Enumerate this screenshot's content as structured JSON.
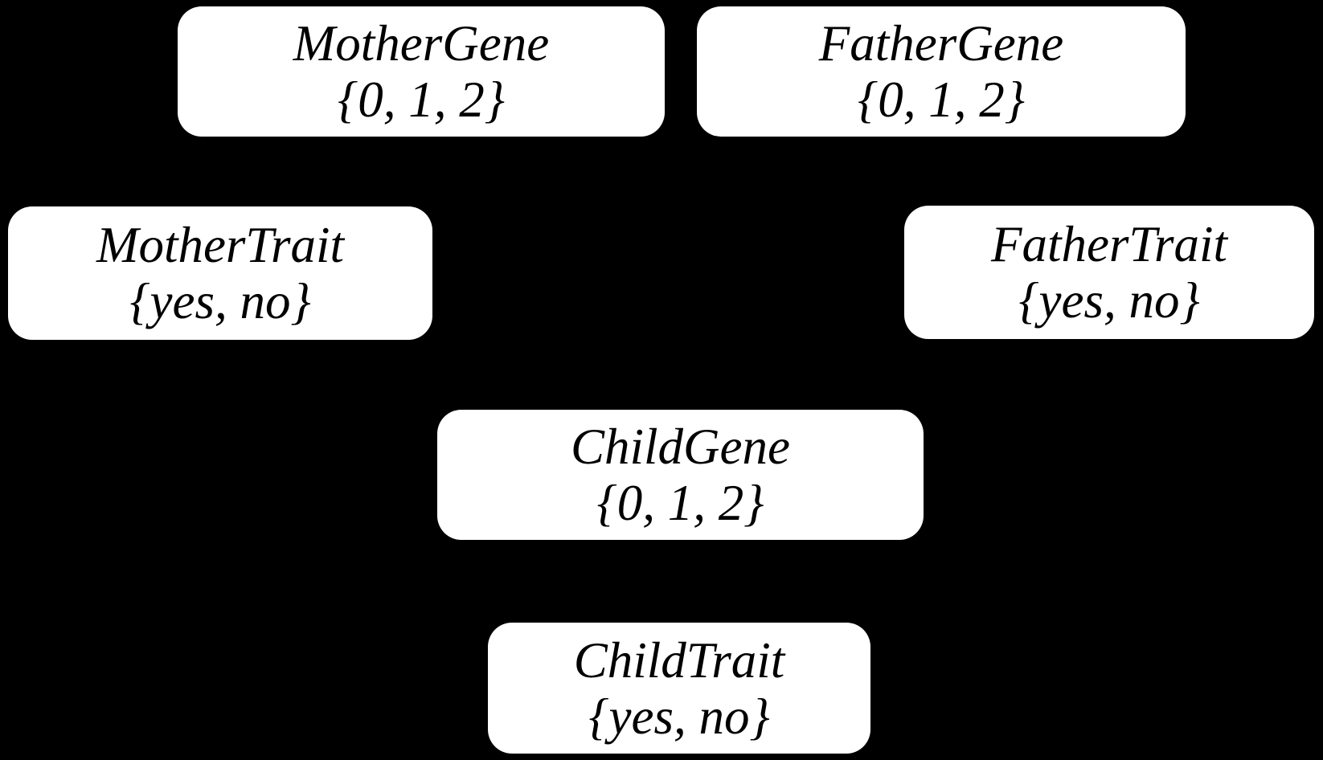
{
  "diagram": {
    "type": "bayesian-network",
    "background_color": "#000000",
    "node_fill_color": "#ffffff",
    "node_text_color": "#000000",
    "edges_visible": false,
    "nodes": [
      {
        "id": "mother-gene",
        "label": "MotherGene",
        "values": "{0, 1, 2}"
      },
      {
        "id": "father-gene",
        "label": "FatherGene",
        "values": "{0, 1, 2}"
      },
      {
        "id": "mother-trait",
        "label": "MotherTrait",
        "values": "{yes, no}"
      },
      {
        "id": "father-trait",
        "label": "FatherTrait",
        "values": "{yes, no}"
      },
      {
        "id": "child-gene",
        "label": "ChildGene",
        "values": "{0, 1, 2}"
      },
      {
        "id": "child-trait",
        "label": "ChildTrait",
        "values": "{yes, no}"
      }
    ]
  }
}
